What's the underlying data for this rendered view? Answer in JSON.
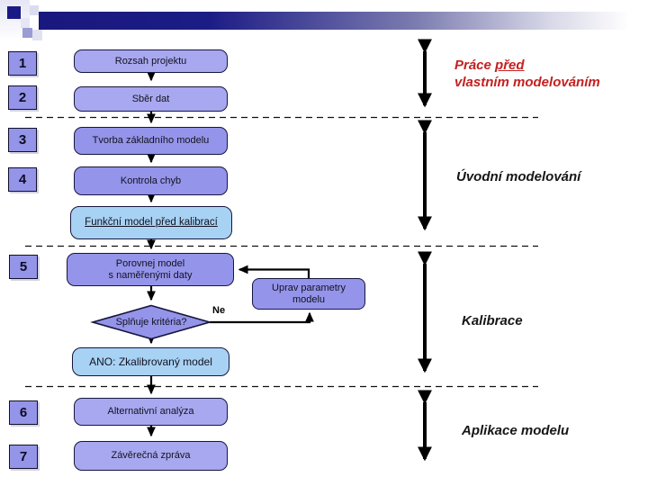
{
  "colors": {
    "box_fill_light": "#a8a8f0",
    "box_fill_dark": "#9494ea",
    "milestone_fill": "#a8d2f4",
    "box_border": "#16163c",
    "phase1_text": "#c42020",
    "header_navy": "#1a1a86"
  },
  "numbers": {
    "n1": "1",
    "n2": "2",
    "n3": "3",
    "n4": "4",
    "n5": "5",
    "n6": "6",
    "n7": "7"
  },
  "boxes": {
    "rozsah": "Rozsah projektu",
    "sber": "Sběr dat",
    "tvorba": "Tvorba základního modelu",
    "kontrola": "Kontrola chyb",
    "funkcni": "Funkční model před kalibrací",
    "porovnej_line1": "Porovnej model",
    "porovnej_line2": "s naměřenými daty",
    "uprav_line1": "Uprav parametry",
    "uprav_line2": "modelu",
    "decision": "Splňuje  kritéria?",
    "decision_no": "Ne",
    "ano": "ANO: Zkalibrovaný model",
    "alternativni": "Alternativní analýza",
    "zaverecna": "Závěrečná zpráva"
  },
  "phases": {
    "phase1_line1_normal": "Práce",
    "phase1_line1_underlined": "před",
    "phase1_line2": "vlastním modelováním",
    "phase2": "Úvodní modelování",
    "phase3": "Kalibrace",
    "phase4": "Aplikace modelu"
  }
}
